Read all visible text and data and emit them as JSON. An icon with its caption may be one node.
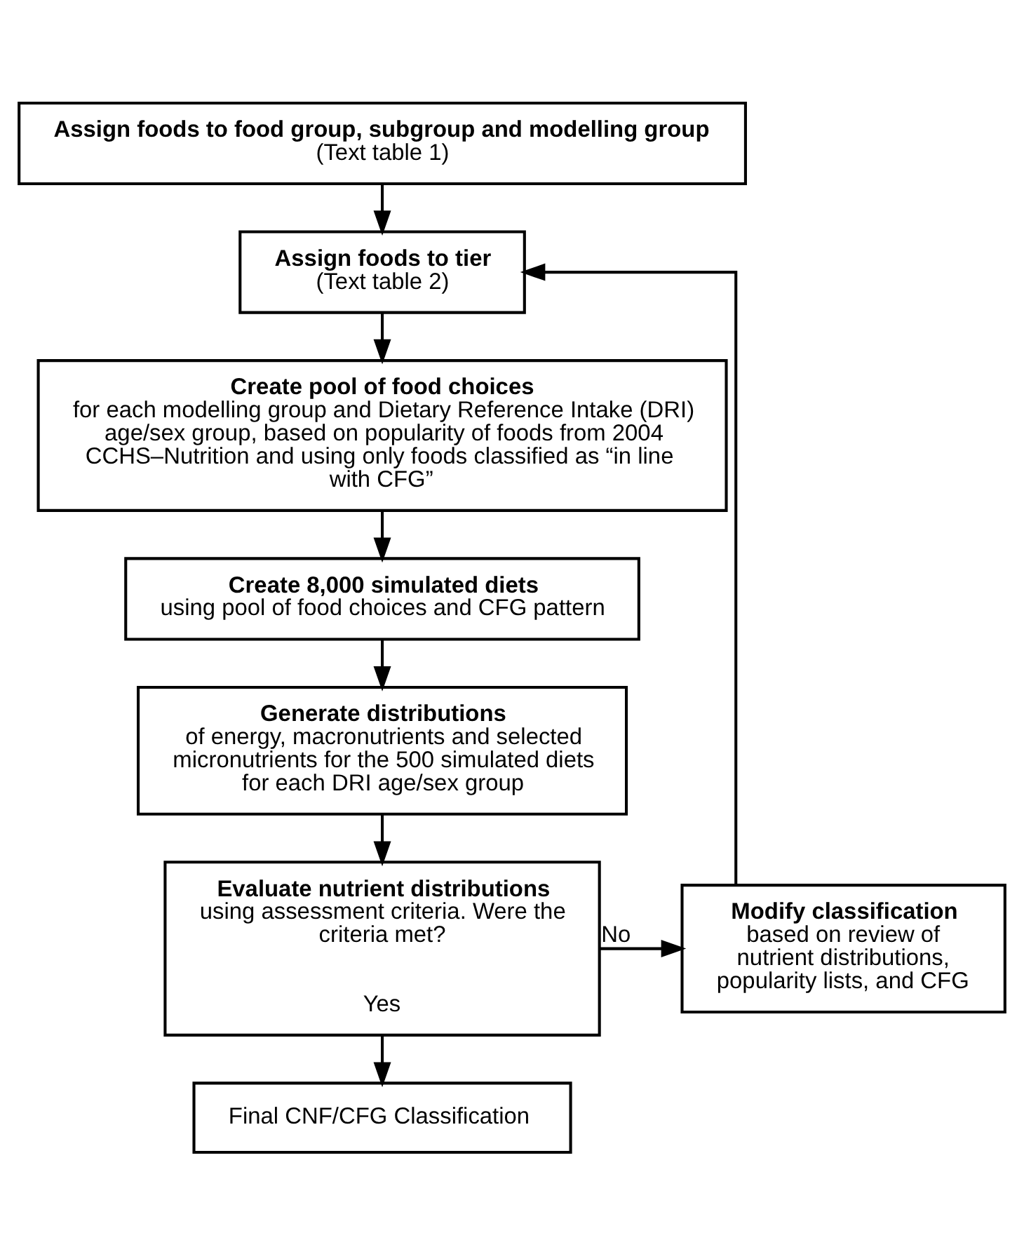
{
  "diagram": {
    "nodes": [
      {
        "text": [
          "Assign foods to food group, subgroup and modelling group",
          "(Text table 1)"
        ]
      },
      {
        "text": [
          "Assign foods to tier",
          "(Text table 2)"
        ]
      },
      {
        "text": [
          "Create pool of food choices",
          "for each modelling group and Dietary Reference Intake (DRI) age/sex group, based on popularity of foods from 2004 CCHS–Nutrition and using only foods classified as “in line with CFG”"
        ]
      },
      {
        "text": [
          "Create 8,000 simulated diets",
          "using pool of food choices and CFG pattern"
        ]
      },
      {
        "text": [
          "Generate distributions",
          "of energy, macronutrients and selected micronutrients for the 500 simulated diets for each DRI age/sex group"
        ]
      },
      {
        "text": [
          "Evaluate nutrient distributions",
          "using assessment criteria. Were the criteria met?",
          "Yes"
        ]
      },
      {
        "text": [
          "Modify classification",
          "based on review of nutrient distributions, popularity lists, and CFG"
        ]
      },
      {
        "text": [
          "Final CNF/CFG Classification"
        ]
      }
    ],
    "edges": [
      {
        "from": 0,
        "to": 1,
        "arrow": "to"
      },
      {
        "from": 1,
        "to": 2,
        "arrow": "to"
      },
      {
        "from": 2,
        "to": 3,
        "arrow": "to"
      },
      {
        "from": 3,
        "to": 4,
        "arrow": "to"
      },
      {
        "from": 4,
        "to": 5,
        "arrow": "to"
      },
      {
        "from": 5,
        "to": 6,
        "arrow": "to",
        "label": "No"
      },
      {
        "from": 6,
        "to": 1,
        "arrow": "to"
      },
      {
        "from": 5,
        "to": 7,
        "arrow": "to"
      }
    ]
  }
}
